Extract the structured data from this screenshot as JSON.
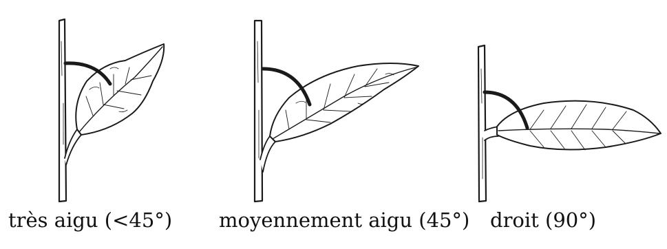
{
  "panels": [
    {
      "id": "tres-aigu",
      "caption": "très aigu (<45°)"
    },
    {
      "id": "moyennement-aigu",
      "caption": "moyennement aigu (45°)"
    },
    {
      "id": "droit",
      "caption": "droit (90°)"
    }
  ],
  "colors": {
    "ink": "#1a1a1a",
    "background": "#ffffff"
  }
}
